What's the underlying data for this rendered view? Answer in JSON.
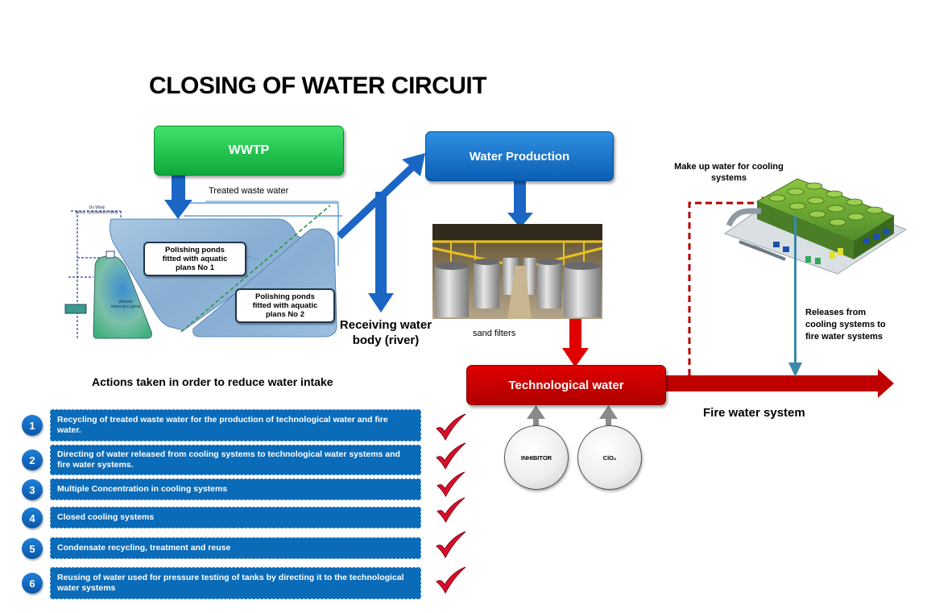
{
  "title": "CLOSING OF WATER CIRCUIT",
  "boxes": {
    "wwtp": "WWTP",
    "water_production": "Water Production",
    "technological_water": "Technological water"
  },
  "labels": {
    "treated_waste_water": "Treated waste water",
    "receiving_water_line1": "Receiving water",
    "receiving_water_line2": "body (river)",
    "sand_filters": "sand filters",
    "makeup_line1": "Make up water for cooling",
    "makeup_line2": "systems",
    "releases_line1": "Releases from",
    "releases_line2": "cooling systems to",
    "releases_line3": "fire water systems",
    "fire_water_system": "Fire water system"
  },
  "ponds": {
    "pond1_line1": "Polishing ponds",
    "pond1_line2": "fitted with aquatic",
    "pond1_line3": "plans No 1",
    "pond2_line1": "Polishing ponds",
    "pond2_line2": "fitted with aquatic",
    "pond2_line3": "plans No 2"
  },
  "map_labels": {
    "top_left_1": "Do Wisły",
    "top_left_2": "przez hydrowietrzrownę",
    "tank": "Zbiornik retencyjny górny"
  },
  "additives": {
    "inhibitor": "INHIBITOR",
    "clo2": "ClO₂"
  },
  "actions_title": "Actions taken in order to reduce water intake",
  "actions": [
    {
      "num": "1",
      "text": "Recycling of treated waste water for the production of technological water and fire water."
    },
    {
      "num": "2",
      "text": "Directing of water released from cooling systems to technological water systems and fire water systems."
    },
    {
      "num": "3",
      "text": "Multiple Concentration in cooling systems"
    },
    {
      "num": "4",
      "text": "Closed cooling systems"
    },
    {
      "num": "5",
      "text": "Condensate recycling, treatment and reuse"
    },
    {
      "num": "6",
      "text": "Reusing of water used for pressure testing of tanks by directing it to the technological water systems"
    }
  ],
  "colors": {
    "green": "#13ad41",
    "blue": "#0b66c2",
    "red": "#c00000",
    "teal_arrow": "#3a8aa8",
    "check_red": "#d8102a"
  }
}
